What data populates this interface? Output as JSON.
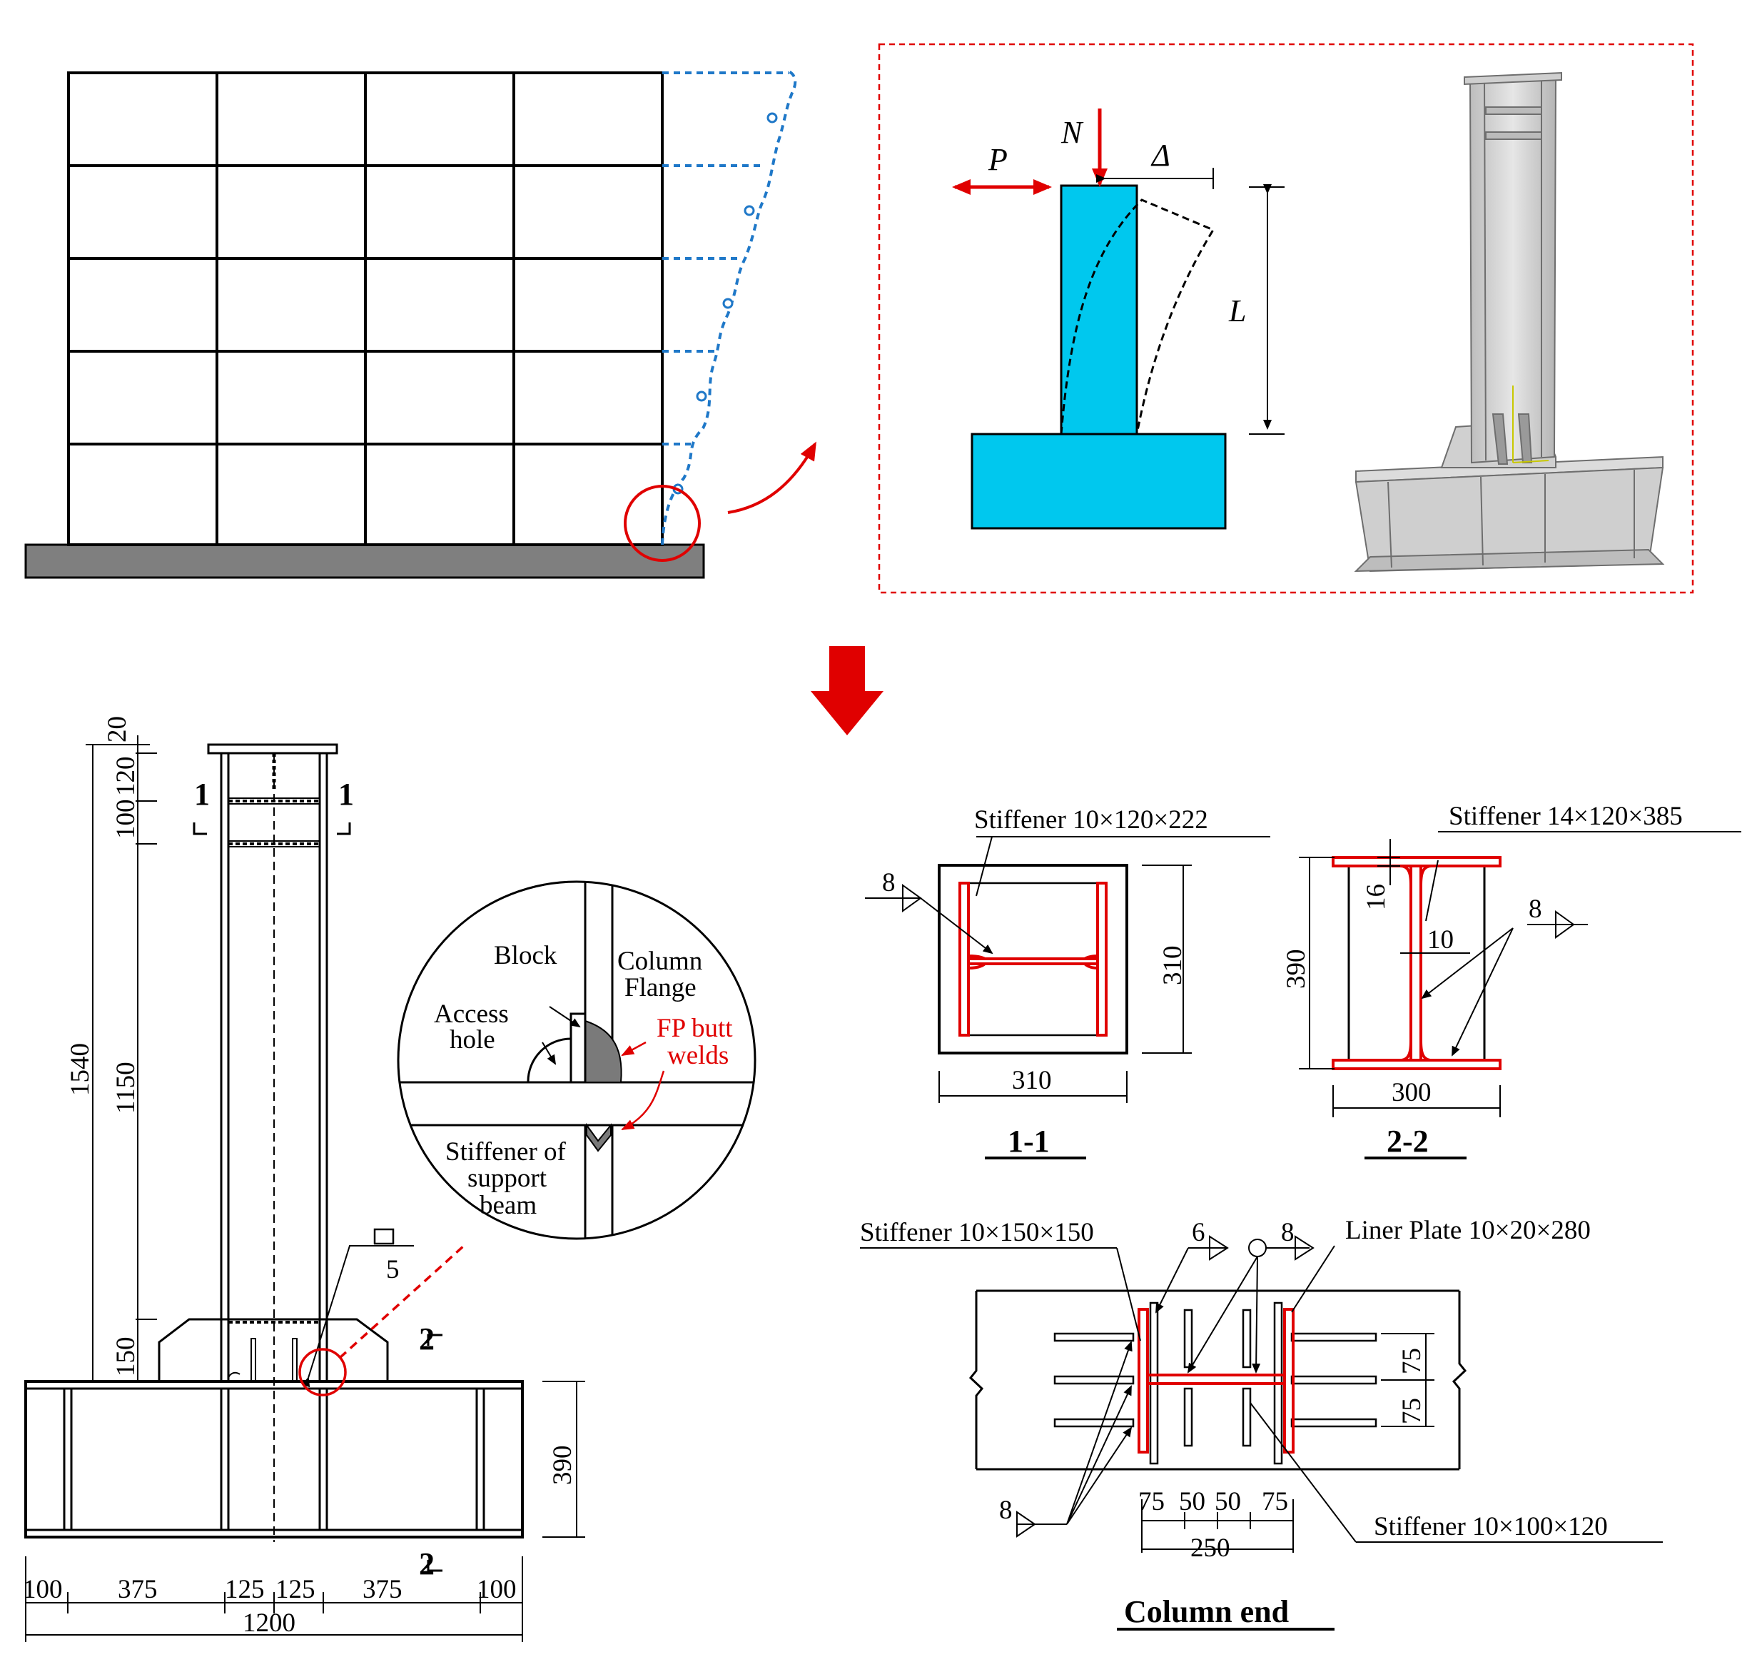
{
  "colors": {
    "red": "#e00000",
    "blue_column": "#00c8ee",
    "blue_dashed": "#1f78c8",
    "ground": "#7f7f7f",
    "steel_model": "#d8d8d8"
  },
  "top_right": {
    "load_P": "P",
    "load_N": "N",
    "disp_delta": "Δ",
    "length_L": "L"
  },
  "column_elevation": {
    "dims_vertical": [
      "20",
      "120",
      "100",
      "1150",
      "1540",
      "150",
      "390"
    ],
    "dims_horizontal": [
      "100",
      "375",
      "125",
      "125",
      "375",
      "100",
      "1200"
    ],
    "section_marks": [
      "1",
      "1",
      "2",
      "2"
    ],
    "weld_size": "5"
  },
  "detail": {
    "block": "Block",
    "column_flange": "Column",
    "column_flange_2": "Flange",
    "access_hole": "Access",
    "access_hole_2": "hole",
    "fp_butt": "FP butt",
    "fp_butt_2": "welds",
    "stiffener_support": "Stiffener of",
    "stiffener_support_2": "support",
    "stiffener_support_3": "beam"
  },
  "section_1_1": {
    "label": "1-1",
    "stiffener_label": "Stiffener 10×120×222",
    "weld": "8",
    "dim_h": "310",
    "dim_w": "310"
  },
  "section_2_2": {
    "label": "2-2",
    "stiffener_label": "Stiffener 14×120×385",
    "weld": "8",
    "dim_flange": "16",
    "dim_web": "10",
    "dim_h": "390",
    "dim_w": "300"
  },
  "column_end": {
    "label": "Column end",
    "stiffener_a": "Stiffener 10×150×150",
    "weld_6": "6",
    "weld_8_top": "8",
    "liner_plate": "Liner Plate 10×20×280",
    "dim_75a": "75",
    "dim_75b": "75",
    "weld_8_bottom": "8",
    "dims_bottom": [
      "75",
      "50",
      "50",
      "75"
    ],
    "dim_250": "250",
    "stiffener_b": "Stiffener 10×100×120"
  }
}
